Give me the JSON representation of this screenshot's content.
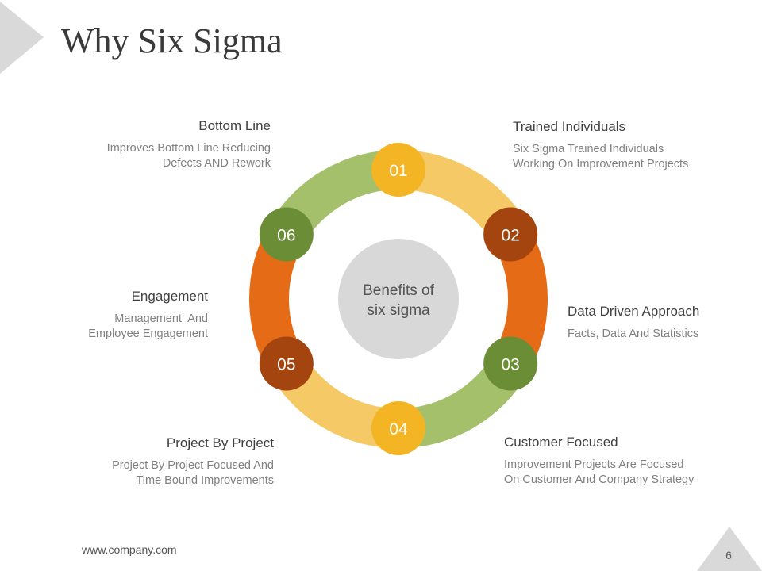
{
  "slide": {
    "title": "Why Six Sigma",
    "center_label": [
      "Benefits of",
      "six sigma"
    ],
    "footer_url": "www.company.com",
    "page_number": "6"
  },
  "colors": {
    "yellow": "#f3b523",
    "light_yellow": "#f5c966",
    "dark_orange": "#a4450f",
    "orange": "#e56b17",
    "dark_green": "#6b8d35",
    "light_green": "#a4c06a",
    "center_gray": "#d8d8d8",
    "corner_gray": "#d9d9d9"
  },
  "ring_order": [
    "01",
    "02",
    "03",
    "04",
    "05",
    "06"
  ],
  "benefits": [
    {
      "number": "01",
      "title": "Trained Individuals",
      "lines": [
        "Six Sigma Trained Individuals",
        "Working On Improvement Projects"
      ]
    },
    {
      "number": "02",
      "title": "Data Driven Approach",
      "lines": [
        "Facts, Data And Statistics"
      ]
    },
    {
      "number": "03",
      "title": "Customer Focused",
      "lines": [
        "Improvement Projects Are Focused",
        "On Customer And Company Strategy"
      ]
    },
    {
      "number": "04",
      "title": "Project By Project",
      "lines": [
        "Project By Project Focused And",
        "Time Bound Improvements"
      ]
    },
    {
      "number": "05",
      "title": "Engagement",
      "lines": [
        "Management  And",
        "Employee Engagement"
      ]
    },
    {
      "number": "06",
      "title": "Bottom Line",
      "lines": [
        "Improves Bottom Line Reducing",
        "Defects AND Rework"
      ]
    }
  ]
}
